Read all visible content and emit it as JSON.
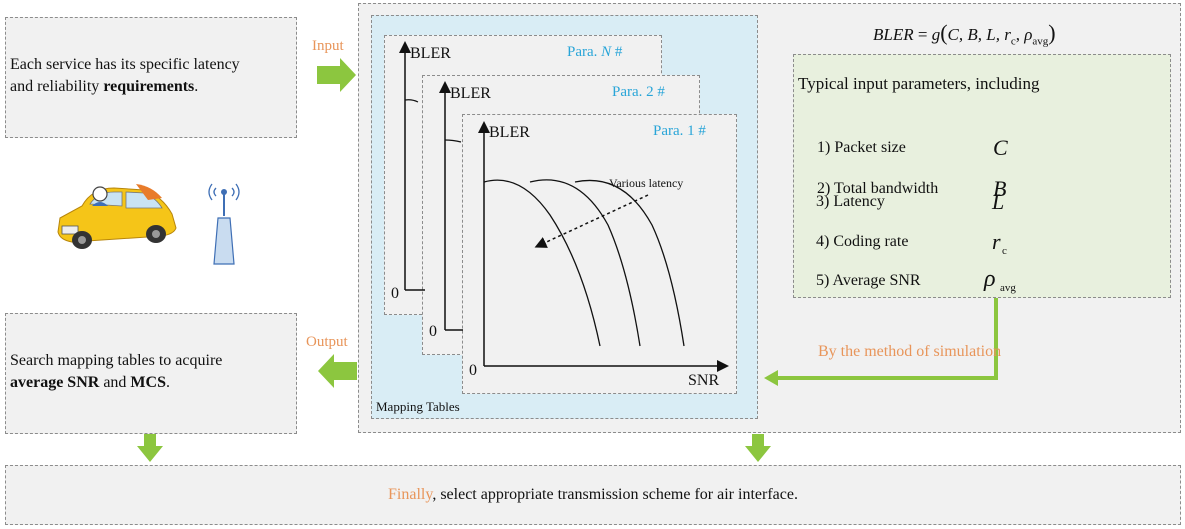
{
  "top_left_box": {
    "line1": "Each service has its specific latency",
    "line2_pre": "and reliability ",
    "line2_bold": "requirements",
    "line2_post": "."
  },
  "input_label": "Input",
  "output_label": "Output",
  "bottom_left_box": {
    "line1": "Search mapping tables to acquire",
    "bold1": "average SNR",
    "and": " and ",
    "bold2": "MCS",
    "end": "."
  },
  "mapping_tables_label": "Mapping Tables",
  "charts": {
    "ylabel": "BLER",
    "xlabel": "SNR",
    "zero": "0",
    "para_n_pre": "Para. ",
    "para_n_var": "N",
    "para_n_post": " #",
    "para_2": "Para. 2 #",
    "para_1": "Para. 1 #",
    "annotation": "Various latency"
  },
  "formula": {
    "lhs": "BLER",
    "eq": " = ",
    "fn": "g",
    "args": "C, B, L, r",
    "sub_c": "c",
    "rho": "ρ",
    "sub_avg": "avg"
  },
  "params_box": {
    "heading": "Typical input parameters, including",
    "items": [
      {
        "label": "1) Packet size",
        "symbol": "C",
        "sub": ""
      },
      {
        "label": "2) Total bandwidth",
        "symbol": "B",
        "sub": ""
      },
      {
        "label": "3) Latency",
        "symbol": "L",
        "sub": ""
      },
      {
        "label": "4) Coding rate",
        "symbol": "r",
        "sub": "c"
      },
      {
        "label": "5) Average SNR",
        "symbol": "ρ",
        "sub": "avg"
      }
    ]
  },
  "simulation_label": "By the method of simulation",
  "bottom_box": {
    "highlight": "Finally",
    "rest": ", select appropriate transmission scheme for air interface."
  },
  "colors": {
    "arrow_green": "#8cc63f",
    "orange": "#e8955a",
    "blue": "#29a5d8",
    "panel_blue": "#d9edf5",
    "params_green": "#e8f0de"
  },
  "icons": [
    "taxi-icon",
    "antenna-icon"
  ]
}
